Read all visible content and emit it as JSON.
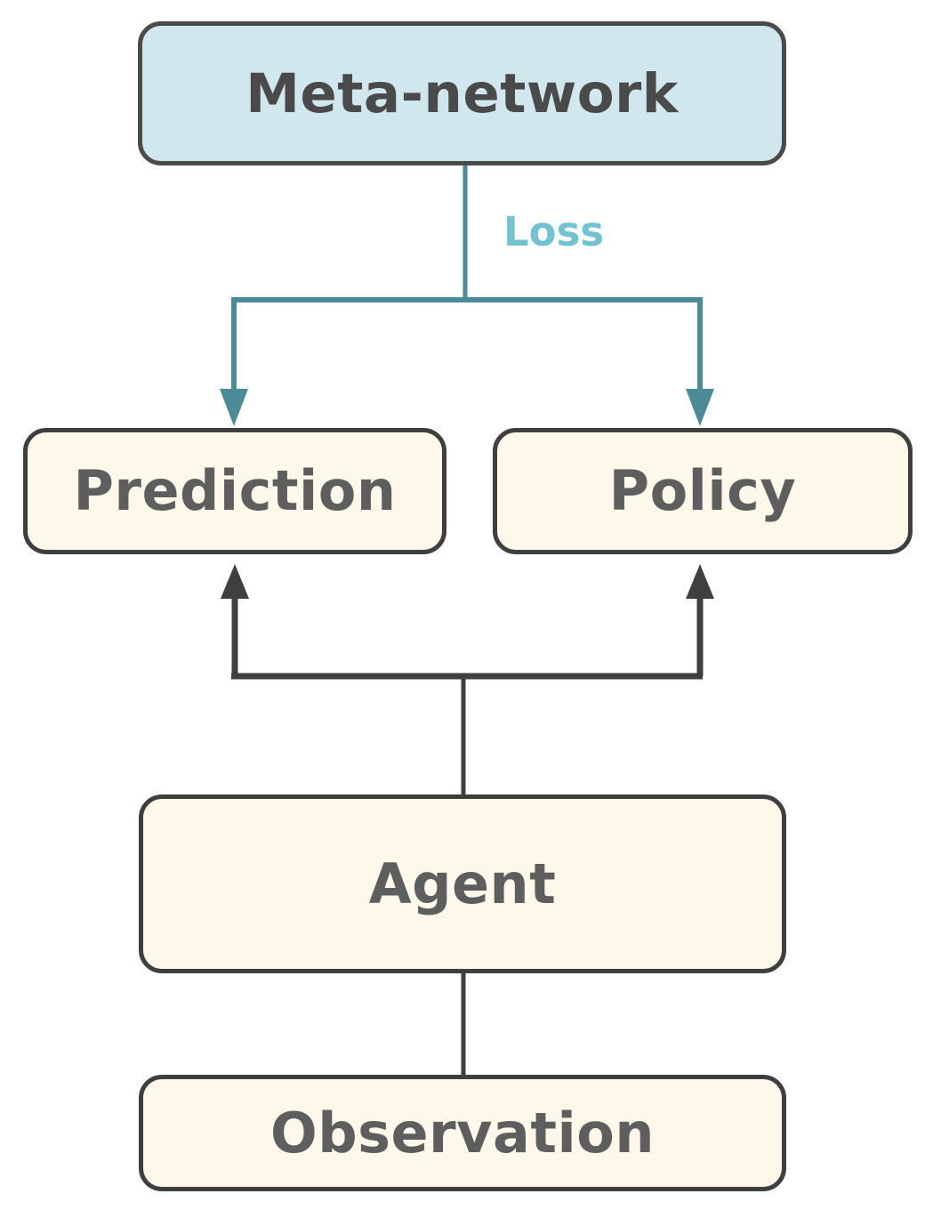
{
  "diagram": {
    "title": "Meta-network agent architecture flow diagram",
    "background_color": "#ffffff",
    "nodes": [
      {
        "id": "meta-network",
        "label": "Meta-network",
        "fill": "#cfe7ed",
        "stroke": "#4a4a4a",
        "text_color": "#4a4a4a"
      },
      {
        "id": "prediction",
        "label": "Prediction",
        "fill": "#fdf8ea",
        "stroke": "#3f3f3f",
        "text_color": "#5e5e5e"
      },
      {
        "id": "policy",
        "label": "Policy",
        "fill": "#fdf8ea",
        "stroke": "#3f3f3f",
        "text_color": "#5e5e5e"
      },
      {
        "id": "agent",
        "label": "Agent",
        "fill": "#fdf8ea",
        "stroke": "#3f3f3f",
        "text_color": "#5e5e5e"
      },
      {
        "id": "observation",
        "label": "Observation",
        "fill": "#fdf8ea",
        "stroke": "#3f3f3f",
        "text_color": "#5e5e5e"
      }
    ],
    "edges": [
      {
        "id": "meta-to-prediction",
        "from": "meta-network",
        "to": "prediction",
        "label": "Loss",
        "color": "#4a8a99",
        "label_color": "#72c2d4",
        "arrowhead": "down"
      },
      {
        "id": "meta-to-policy",
        "from": "meta-network",
        "to": "policy",
        "label": "",
        "color": "#4a8a99",
        "label_color": "#72c2d4",
        "arrowhead": "down"
      },
      {
        "id": "agent-to-prediction",
        "from": "agent",
        "to": "prediction",
        "label": "",
        "color": "#3f3f3f",
        "arrowhead": "up"
      },
      {
        "id": "agent-to-policy",
        "from": "agent",
        "to": "policy",
        "label": "",
        "color": "#3f3f3f",
        "arrowhead": "up"
      },
      {
        "id": "observation-to-agent",
        "from": "observation",
        "to": "agent",
        "label": "",
        "color": "#3f3f3f",
        "arrowhead": "none"
      }
    ],
    "edge_labels": {
      "loss": "Loss"
    }
  }
}
